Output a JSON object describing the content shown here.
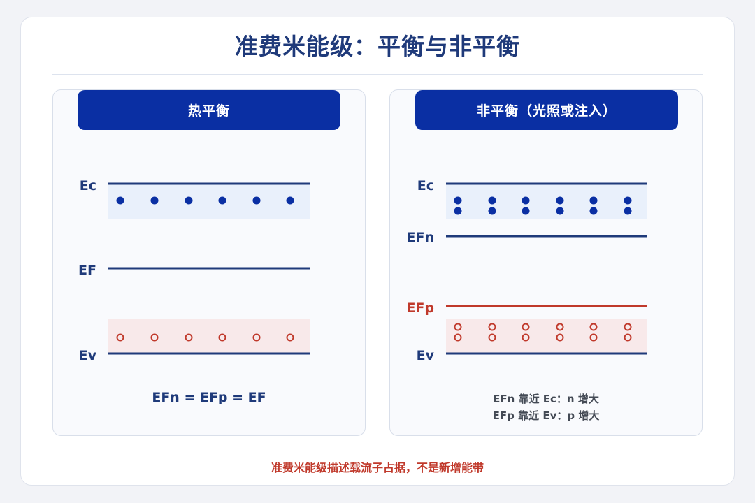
{
  "title": "准费米能级：平衡与非平衡",
  "left_panel": {
    "header": "热平衡",
    "labels": {
      "ec": "Ec",
      "ef": "EF",
      "ev": "Ev"
    },
    "equation": "EFn = EFp = EF"
  },
  "right_panel": {
    "header": "非平衡（光照或注入）",
    "labels": {
      "ec": "Ec",
      "efn": "EFn",
      "efp": "EFp",
      "ev": "Ev"
    },
    "note_1": "EFn 靠近 Ec：n 增大",
    "note_2": "EFp 靠近 Ev：p 增大"
  },
  "footer": "准费米能级描述载流子占据，不是新增能带",
  "colors": {
    "title": "#1f3a7a",
    "header_bg": "#0a2fa3",
    "band_line": "#1f3a7a",
    "efp_line": "#c0392b",
    "electron": "#0a2fa3",
    "hole": "#c0392b",
    "electron_zone": "#e9f0fb",
    "hole_zone": "#f8e9ea",
    "footer": "#c0392b"
  }
}
